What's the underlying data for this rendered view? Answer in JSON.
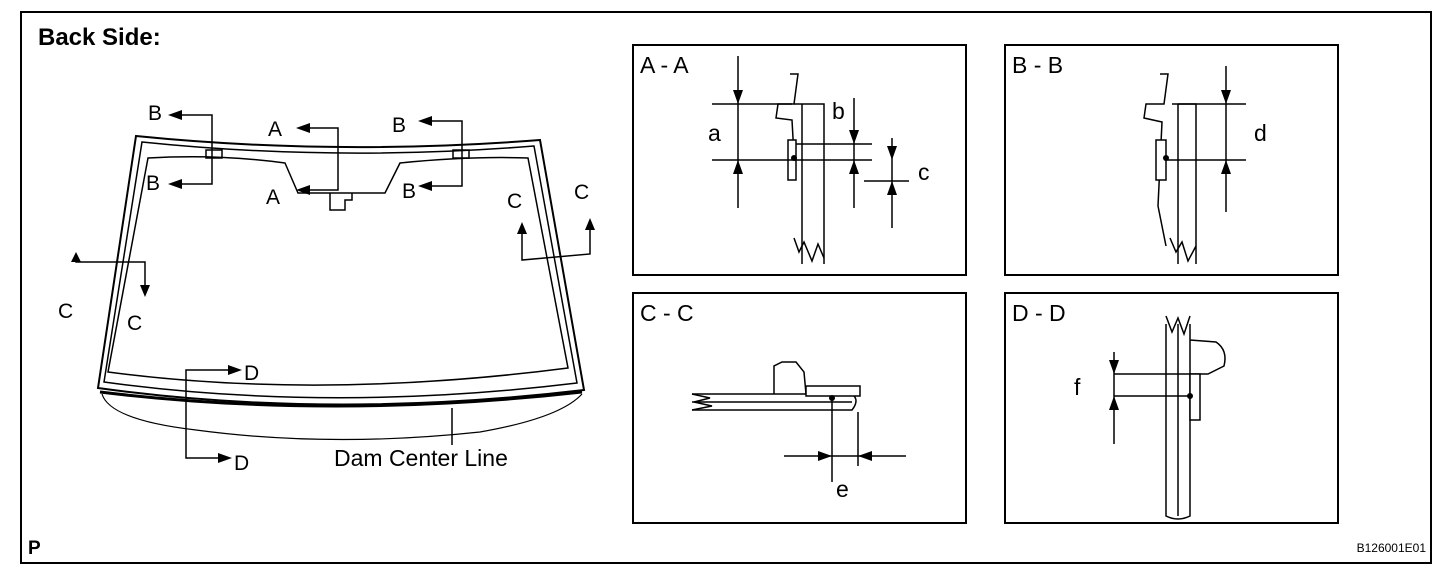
{
  "figure": {
    "title": "Back Side:",
    "corner_mark": "P",
    "figure_code": "B126001E01",
    "callout": "Dam Center Line"
  },
  "windshield_labels": {
    "a1": "A",
    "a2": "A",
    "b1": "B",
    "b2": "B",
    "b3": "B",
    "b4": "B",
    "c1": "C",
    "c2": "C",
    "c3": "C",
    "c4": "C",
    "d1": "D",
    "d2": "D"
  },
  "sections": [
    {
      "title": "A - A",
      "dims": [
        "a",
        "b",
        "c"
      ]
    },
    {
      "title": "B - B",
      "dims": [
        "d"
      ]
    },
    {
      "title": "C - C",
      "dims": [
        "e"
      ]
    },
    {
      "title": "D - D",
      "dims": [
        "f"
      ]
    }
  ],
  "colors": {
    "line": "#000000",
    "background": "#ffffff"
  }
}
